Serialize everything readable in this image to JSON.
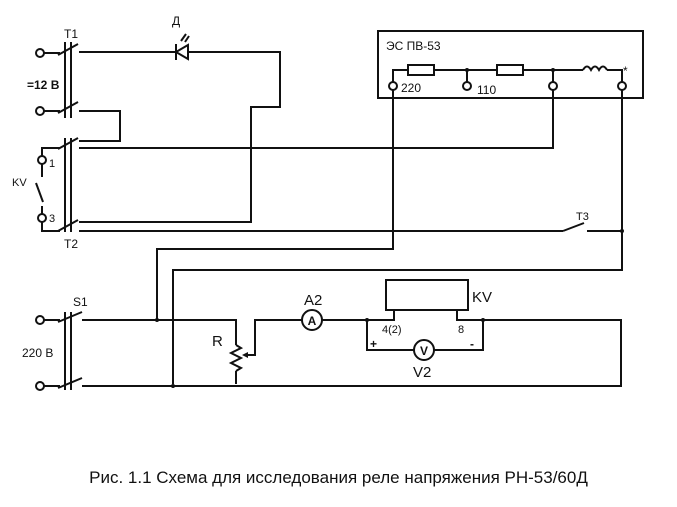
{
  "diagram": {
    "caption": "Рис. 1.1 Схема для исследования реле напряжения РН-53/60Д",
    "labels": {
      "t1": "T1",
      "t2": "T2",
      "t3": "T3",
      "diode": "Д",
      "dc_source": "=12 В",
      "kv_left": "KV",
      "kv_contact_1": "1",
      "kv_contact_3": "3",
      "resistor_box": "ЭС ПВ-53",
      "tap_220": "220",
      "tap_110": "110",
      "star": "*",
      "s1": "S1",
      "ac_source": "220 В",
      "rheostat": "R",
      "ammeter_label": "A2",
      "ammeter_symbol": "A",
      "relay": "KV",
      "pin_4": "4(2)",
      "pin_8": "8",
      "plus": "+",
      "minus": "-",
      "voltmeter_label": "V2",
      "voltmeter_symbol": "V"
    }
  }
}
